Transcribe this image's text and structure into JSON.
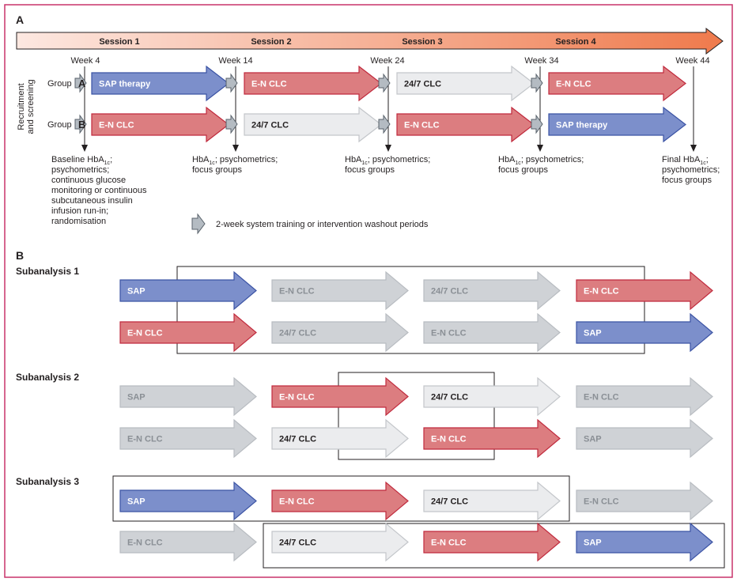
{
  "panel_a": {
    "label": "A",
    "sessions": [
      "Session 1",
      "Session 2",
      "Session 3",
      "Session 4"
    ],
    "weeks": [
      "Week 4",
      "Week 14",
      "Week 24",
      "Week 34",
      "Week 44"
    ],
    "side_label": [
      "Recruitment",
      "and screening"
    ],
    "groups": [
      {
        "prefix": "Group",
        "letter": "A",
        "phases": [
          "SAP therapy",
          "E-N CLC",
          "24/7 CLC",
          "E-N CLC"
        ]
      },
      {
        "prefix": "Group",
        "letter": "B",
        "phases": [
          "E-N CLC",
          "24/7 CLC",
          "E-N CLC",
          "SAP therapy"
        ]
      }
    ],
    "assessments": [
      [
        "Baseline HbA1c;",
        "psychometrics;",
        "continuous glucose",
        "monitoring or continuous",
        "subcutaneous insulin",
        "infusion run-in;",
        "randomisation"
      ],
      [
        "HbA1c; psychometrics;",
        "focus groups"
      ],
      [
        "HbA1c; psychometrics;",
        "focus groups"
      ],
      [
        "HbA1c; psychometrics;",
        "focus groups"
      ],
      [
        "Final HbA1c;",
        "psychometrics;",
        "focus groups"
      ]
    ],
    "legend_text": "2-week system training or intervention washout periods"
  },
  "panel_b": {
    "label": "B",
    "subanalyses": [
      {
        "title": "Subanalysis 1",
        "rows": [
          [
            {
              "label": "SAP",
              "style": "blue"
            },
            {
              "label": "E-N CLC",
              "style": "grey"
            },
            {
              "label": "24/7 CLC",
              "style": "grey"
            },
            {
              "label": "E-N CLC",
              "style": "red"
            }
          ],
          [
            {
              "label": "E-N CLC",
              "style": "red"
            },
            {
              "label": "24/7 CLC",
              "style": "grey"
            },
            {
              "label": "E-N CLC",
              "style": "grey"
            },
            {
              "label": "SAP",
              "style": "blue"
            }
          ]
        ]
      },
      {
        "title": "Subanalysis 2",
        "rows": [
          [
            {
              "label": "SAP",
              "style": "grey"
            },
            {
              "label": "E-N CLC",
              "style": "red"
            },
            {
              "label": "24/7 CLC",
              "style": "light"
            },
            {
              "label": "E-N CLC",
              "style": "grey"
            }
          ],
          [
            {
              "label": "E-N CLC",
              "style": "grey"
            },
            {
              "label": "24/7 CLC",
              "style": "light"
            },
            {
              "label": "E-N CLC",
              "style": "red"
            },
            {
              "label": "SAP",
              "style": "grey"
            }
          ]
        ]
      },
      {
        "title": "Subanalysis 3",
        "rows": [
          [
            {
              "label": "SAP",
              "style": "blue"
            },
            {
              "label": "E-N CLC",
              "style": "red"
            },
            {
              "label": "24/7 CLC",
              "style": "light"
            },
            {
              "label": "E-N CLC",
              "style": "grey"
            }
          ],
          [
            {
              "label": "E-N CLC",
              "style": "grey"
            },
            {
              "label": "24/7 CLC",
              "style": "light"
            },
            {
              "label": "E-N CLC",
              "style": "red"
            },
            {
              "label": "SAP",
              "style": "blue"
            }
          ]
        ]
      }
    ]
  },
  "colors": {
    "frame": "#c8336a",
    "blue_fill": "#7c8fcb",
    "blue_edge": "#3b53a4",
    "red_fill": "#dc7d80",
    "red_edge": "#c02a3d",
    "light_fill": "#ebecee",
    "light_edge": "#c3c6ca",
    "grey_fill": "#cfd2d6",
    "grey_edge": "#b8bcc1",
    "small_fill": "#b4bbc2",
    "small_edge": "#59626b",
    "timeline_start": "#fde8e1",
    "timeline_end": "#ef7a4c",
    "text": "#231f20"
  }
}
